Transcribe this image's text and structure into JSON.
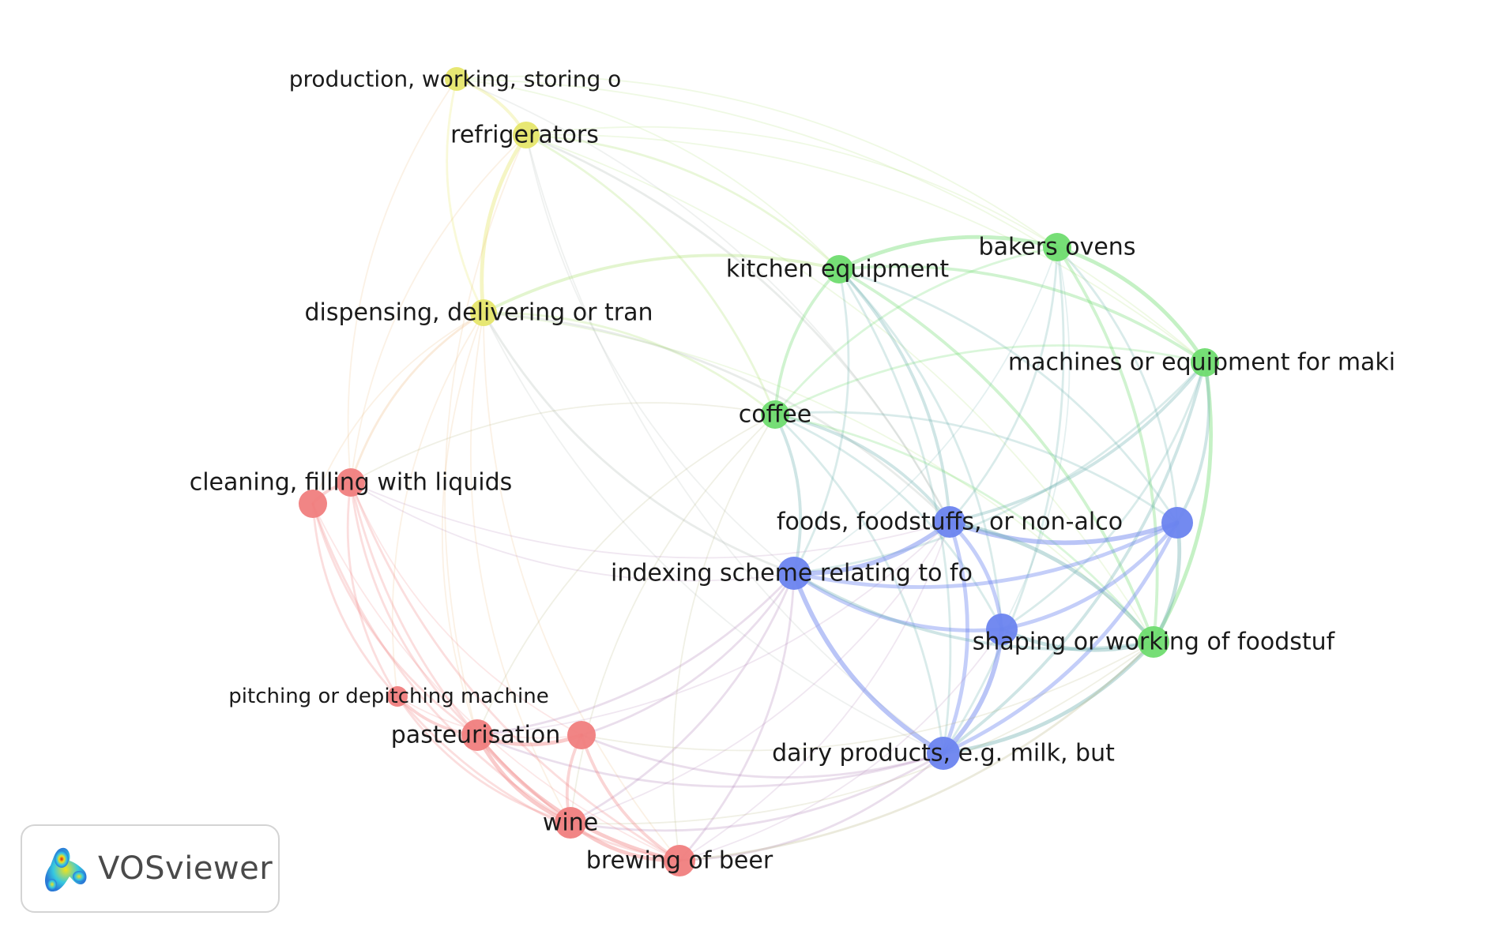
{
  "network": {
    "clusters": {
      "red": "#f07e7e",
      "green": "#6fdc6f",
      "blue": "#6c84ef",
      "yellow": "#e6e66c"
    },
    "nodes": [
      {
        "id": "production",
        "label": "production, working, storing o",
        "cluster": "yellow"
      },
      {
        "id": "refrigerators",
        "label": "refrigerators",
        "cluster": "yellow"
      },
      {
        "id": "dispensing",
        "label": "dispensing, delivering or tran",
        "cluster": "yellow"
      },
      {
        "id": "kitchen",
        "label": "kitchen equipment",
        "cluster": "green"
      },
      {
        "id": "bakers",
        "label": "bakers ovens",
        "cluster": "green"
      },
      {
        "id": "machines",
        "label": "machines or equipment for maki",
        "cluster": "green"
      },
      {
        "id": "coffee",
        "label": "coffee",
        "cluster": "green"
      },
      {
        "id": "shaping",
        "label": "shaping or working of foodstuf",
        "cluster": "green"
      },
      {
        "id": "foods",
        "label": "foods, foodstuffs, or non-alco",
        "cluster": "blue"
      },
      {
        "id": "blue_unlabeled",
        "label": "",
        "cluster": "blue"
      },
      {
        "id": "indexing",
        "label": "indexing scheme relating to fo",
        "cluster": "blue"
      },
      {
        "id": "blue_mid",
        "label": "",
        "cluster": "blue"
      },
      {
        "id": "dairy",
        "label": "dairy products, e.g. milk, but",
        "cluster": "blue"
      },
      {
        "id": "cleaning",
        "label": "cleaning, filling with liquids",
        "cluster": "red"
      },
      {
        "id": "red_left",
        "label": "",
        "cluster": "red"
      },
      {
        "id": "pitching",
        "label": "pitching or depitching machine",
        "cluster": "red"
      },
      {
        "id": "pasteurisation",
        "label": "pasteurisation",
        "cluster": "red"
      },
      {
        "id": "red_mid",
        "label": "",
        "cluster": "red"
      },
      {
        "id": "wine",
        "label": "wine",
        "cluster": "red"
      },
      {
        "id": "beer",
        "label": "brewing of beer",
        "cluster": "red"
      }
    ]
  },
  "badge": {
    "brand": "VOSviewer"
  }
}
